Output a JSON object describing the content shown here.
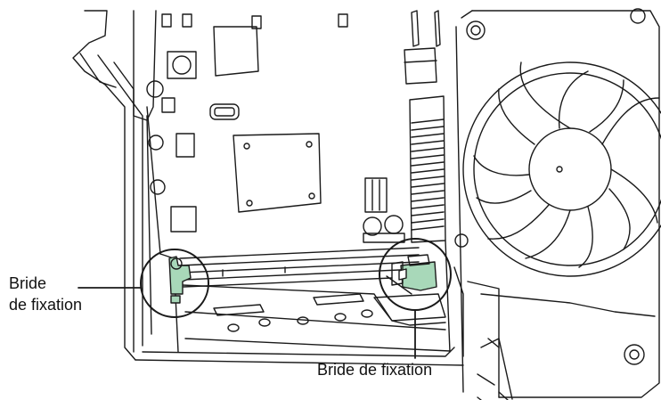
{
  "labels": {
    "left_line1": "Bride",
    "left_line2": "de fixation",
    "bottom": "Bride de fixation"
  },
  "colors": {
    "line": "#1a1a1a",
    "clip": "#a8d8b9",
    "background": "#ffffff"
  }
}
